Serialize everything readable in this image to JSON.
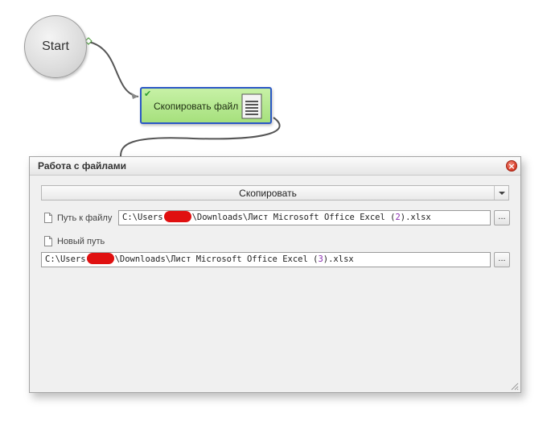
{
  "canvas": {
    "start_label": "Start",
    "action_label": "Скопировать файл"
  },
  "panel": {
    "title": "Работа с файлами",
    "operation_value": "Скопировать",
    "source": {
      "label": "Путь к файлу",
      "prefix": "C:\\Users",
      "suffix_before_num": "\\Downloads\\Лист Microsoft Office Excel (",
      "num": "2",
      "suffix_after_num": ").xlsx",
      "browse_label": "..."
    },
    "dest": {
      "label": "Новый путь",
      "prefix": "C:\\Users",
      "suffix_before_num": "\\Downloads\\Лист Microsoft Office Excel (",
      "num": "3",
      "suffix_after_num": ").xlsx",
      "browse_label": "..."
    }
  },
  "icons": {
    "close": "close-icon",
    "dropdown": "chevron-down-icon",
    "file": "file-icon",
    "document": "document-icon",
    "check": "check-icon"
  },
  "colors": {
    "action_fill": "#a6e07d",
    "action_border": "#2b58c6",
    "close": "#d83a26",
    "redaction": "#e01010",
    "number_highlight": "#8a2bb0"
  }
}
